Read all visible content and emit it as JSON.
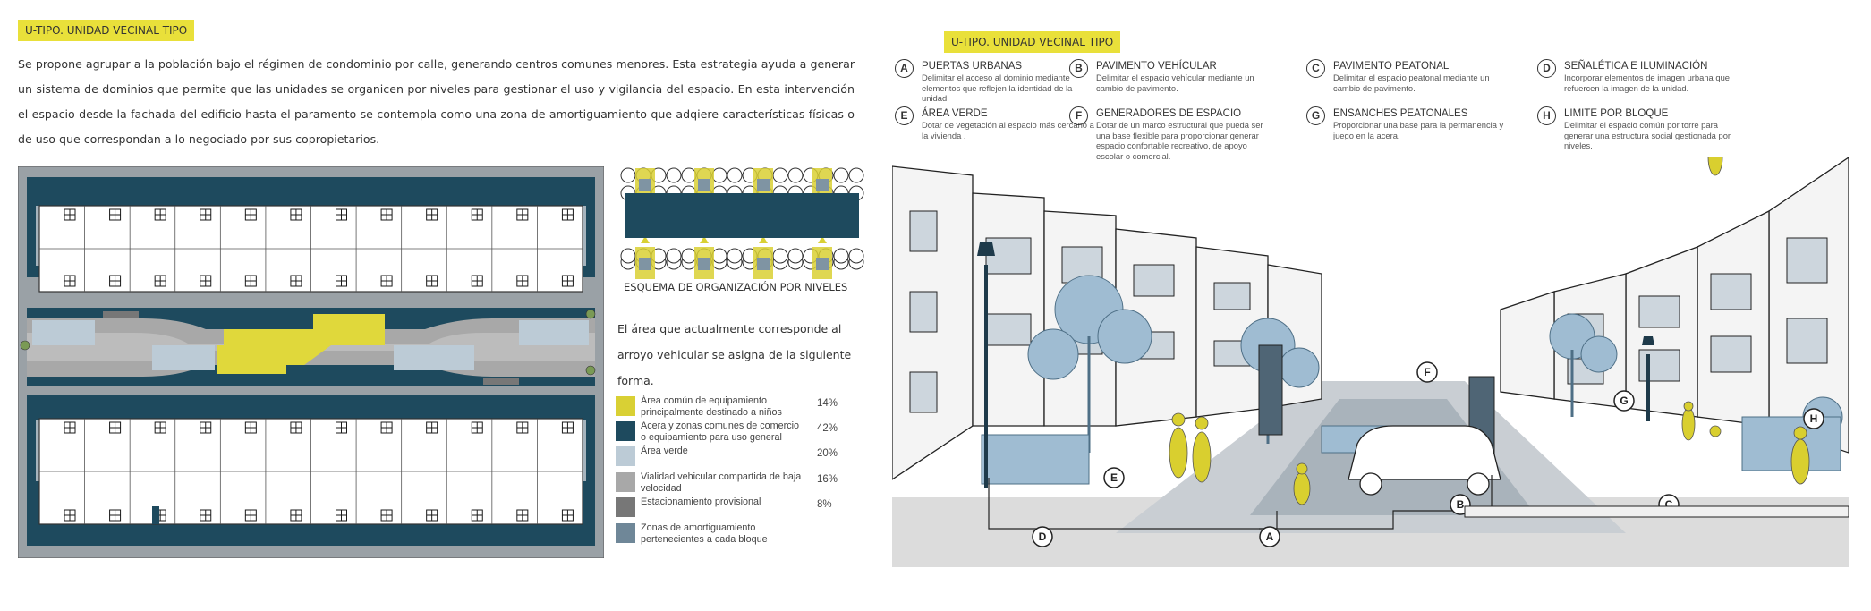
{
  "left": {
    "tag": "U-TIPO. UNIDAD VECINAL TIPO",
    "paragraph": "Se propone agrupar a la población bajo el régimen de condominio por calle, generando centros comunes menores. Esta estrategia ayuda a generar un sistema de dominios que permite que las unidades se organicen por niveles para gestionar el uso y vigilancia del espacio. En esta intervención el espacio desde la fachada del edificio hasta el paramento se contempla como una zona de amortiguamiento que adqiere características físicas o de uso que correspondan a lo negociado por sus copropietarios.",
    "schema_caption": "ESQUEMA DE ORGANIZACIÓN POR NIVELES",
    "description": "El área que actualmente corresponde al arroyo vehicular se asigna de la siguiente forma.",
    "legend": [
      {
        "label": "Área común de equipamiento principalmente destinado a niños",
        "percent": "14%",
        "color": "#d9d034"
      },
      {
        "label": "Acera y zonas comunes de comercio o equipamiento para uso general",
        "percent": "42%",
        "color": "#1e4a5e"
      },
      {
        "label": "Área verde",
        "percent": "20%",
        "color": "#bccbd6"
      },
      {
        "label": "Vialidad vehicular compartida de baja velocidad",
        "percent": "16%",
        "color": "#a8a8a8"
      },
      {
        "label": "Estacionamiento provisional",
        "percent": "8%",
        "color": "#777777"
      },
      {
        "label": "Zonas de amortiguamiento pertenecientes a cada bloque",
        "percent": "",
        "color": "#6f8798"
      }
    ]
  },
  "right": {
    "tag": "U-TIPO. UNIDAD VECINAL TIPO",
    "items": [
      {
        "letter": "A",
        "title": "PUERTAS URBANAS",
        "desc": "Delimitar el acceso al dominio mediante elementos que reflejen la identidad de la unidad."
      },
      {
        "letter": "B",
        "title": "PAVIMENTO VEHÍCULAR",
        "desc": "Delimitar el espacio vehícular mediante un cambio de pavimento."
      },
      {
        "letter": "C",
        "title": "PAVIMENTO PEATONAL",
        "desc": "Delimitar el espacio peatonal mediante un cambio de pavimento."
      },
      {
        "letter": "D",
        "title": "SEÑALÉTICA E ILUMINACIÓN",
        "desc": "Incorporar elementos de imagen urbana que refuercen la imagen de la unidad."
      },
      {
        "letter": "E",
        "title": "ÁREA VERDE",
        "desc": "Dotar de vegetación al espacio más cercano a la vivienda ."
      },
      {
        "letter": "F",
        "title": "GENERADORES DE ESPACIO",
        "desc": "Dotar de un marco estructural que pueda ser una base flexible para proporcionar generar espacio confortable recreativo, de apoyo escolar o comercial."
      },
      {
        "letter": "G",
        "title": "ENSANCHES PEATONALES",
        "desc": "Proporcionar una base para la permanencia y juego en la acera."
      },
      {
        "letter": "H",
        "title": "LIMITE POR BLOQUE",
        "desc": "Delimitar el espacio común por torre para generar una estructura social gestionada por niveles."
      }
    ],
    "scene_markers": [
      "A",
      "B",
      "C",
      "D",
      "E",
      "F",
      "G",
      "H"
    ]
  },
  "colors": {
    "accent_yellow": "#e9e03a",
    "dark_teal": "#1e4a5e",
    "light_blue": "#bccbd6",
    "gray_blue": "#6f8798"
  }
}
